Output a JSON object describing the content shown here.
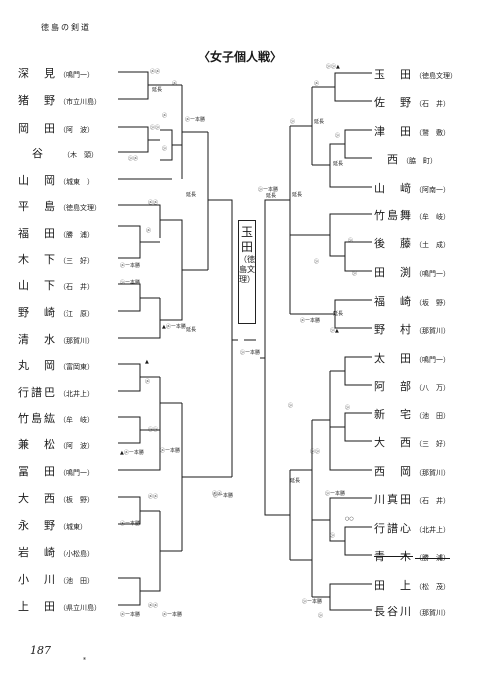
{
  "header": "徳島の剣道",
  "title": "〈女子個人戦〉",
  "page_number": "187",
  "footnote_mark": "*",
  "champion": {
    "name1": "玉",
    "name2": "田",
    "school": "（徳島文理）"
  },
  "left_entries": [
    {
      "name": "深　見",
      "team": "（鳴門一）"
    },
    {
      "name": "猪　野",
      "team": "（市立川島）"
    },
    {
      "name": "岡　田",
      "team": "（阿　波）"
    },
    {
      "name": "谷",
      "team": "（木　頭）"
    },
    {
      "name": "山　岡",
      "team": "（城東　）"
    },
    {
      "name": "平　島",
      "team": "（徳島文理）"
    },
    {
      "name": "福　田",
      "team": "（勝　浦）"
    },
    {
      "name": "木　下",
      "team": "（三　好）"
    },
    {
      "name": "山　下",
      "team": "（石　井）"
    },
    {
      "name": "野　崎",
      "team": "（江　原）"
    },
    {
      "name": "清　水",
      "team": "（那賀川）"
    },
    {
      "name": "丸　岡",
      "team": "（富岡東）"
    },
    {
      "name": "行譜巴",
      "team": "（北井上）"
    },
    {
      "name": "竹島紘",
      "team": "（牟　岐）"
    },
    {
      "name": "兼　松",
      "team": "（阿　波）"
    },
    {
      "name": "冨　田",
      "team": "（鳴門一）"
    },
    {
      "name": "大　西",
      "team": "（板　野）"
    },
    {
      "name": "永　野",
      "team": "（城東）"
    },
    {
      "name": "岩　崎",
      "team": "（小松島）"
    },
    {
      "name": "小　川",
      "team": "（池　田）"
    },
    {
      "name": "上　田",
      "team": "（県立川島）"
    }
  ],
  "right_entries": [
    {
      "name": "玉　田",
      "team": "（徳島文理）"
    },
    {
      "name": "佐　野",
      "team": "（石　井）"
    },
    {
      "name": "津　田",
      "team": "（鷲　敷）"
    },
    {
      "name": "　西",
      "team": "（脇　町）"
    },
    {
      "name": "山　﨑",
      "team": "（阿南一）"
    },
    {
      "name": "竹島舞",
      "team": "（牟　岐）"
    },
    {
      "name": "後　藤",
      "team": "（土　成）"
    },
    {
      "name": "田　渕",
      "team": "（鳴門一）"
    },
    {
      "name": "福　崎",
      "team": "（坂　野）"
    },
    {
      "name": "野　村",
      "team": "（那賀川）"
    },
    {
      "name": "太　田",
      "team": "（鳴門一）"
    },
    {
      "name": "阿　部",
      "team": "（八　万）"
    },
    {
      "name": "新　宅",
      "team": "（池　田）"
    },
    {
      "name": "大　西",
      "team": "（三　好）"
    },
    {
      "name": "西　岡",
      "team": "（那賀川）"
    },
    {
      "name": "川真田",
      "team": "（石　井）"
    },
    {
      "name": "行譜心",
      "team": "（北井上）"
    },
    {
      "name": "青　木",
      "team": "（勝　浦）"
    },
    {
      "name": "田　上",
      "team": "（松　茂）"
    },
    {
      "name": "長谷川",
      "team": "（那賀川）"
    }
  ],
  "result_labels": [
    {
      "id": "a1",
      "text": "㋱㋱"
    },
    {
      "id": "a2",
      "text": "延長"
    },
    {
      "id": "a3",
      "text": "㋱"
    },
    {
      "id": "a4",
      "text": "㋱ー本勝"
    },
    {
      "id": "a5",
      "text": "㋱"
    },
    {
      "id": "a6",
      "text": "㋛㋛"
    },
    {
      "id": "a7",
      "text": "㋛"
    },
    {
      "id": "a8",
      "text": "㋛㋱"
    },
    {
      "id": "a9",
      "text": "延長"
    },
    {
      "id": "a10",
      "text": "㋱㋱"
    },
    {
      "id": "a11",
      "text": "㋱"
    },
    {
      "id": "a12",
      "text": "㋱ー本勝"
    },
    {
      "id": "a13",
      "text": "㋛ー本勝"
    },
    {
      "id": "a14",
      "text": "▲㋱ー本勝"
    },
    {
      "id": "a15",
      "text": "▲"
    },
    {
      "id": "a16",
      "text": "㋱"
    },
    {
      "id": "a17",
      "text": "㋛㋛"
    },
    {
      "id": "a18",
      "text": "▲㋱ー本勝"
    },
    {
      "id": "a19",
      "text": "㋱㋱"
    },
    {
      "id": "a20",
      "text": "㋱ー本勝"
    },
    {
      "id": "a21",
      "text": "㋱㋱"
    },
    {
      "id": "a22",
      "text": "㋱㋱"
    },
    {
      "id": "a23",
      "text": "㋱ー本勝"
    },
    {
      "id": "a24",
      "text": "㋱ー本勝"
    },
    {
      "id": "b1",
      "text": "㋛㋛▲"
    },
    {
      "id": "b2",
      "text": "㋱"
    },
    {
      "id": "b3",
      "text": "延長"
    },
    {
      "id": "b4",
      "text": "㋛"
    },
    {
      "id": "b5",
      "text": "㋛"
    },
    {
      "id": "b6",
      "text": "延長"
    },
    {
      "id": "b7",
      "text": "延長"
    },
    {
      "id": "b8",
      "text": "㋛"
    },
    {
      "id": "b9",
      "text": "㋛"
    },
    {
      "id": "b10",
      "text": "㋛"
    },
    {
      "id": "b11",
      "text": "㋱ー本勝"
    },
    {
      "id": "b12",
      "text": "㋛▲"
    },
    {
      "id": "b13",
      "text": "延長"
    },
    {
      "id": "b14",
      "text": "㋛ー本勝"
    },
    {
      "id": "b15",
      "text": "㋛"
    },
    {
      "id": "b16",
      "text": "㋛"
    },
    {
      "id": "b17",
      "text": "㋛㋛"
    },
    {
      "id": "b18",
      "text": "延長"
    },
    {
      "id": "b19",
      "text": "㋛ー本勝"
    },
    {
      "id": "b20",
      "text": "○○"
    },
    {
      "id": "b21",
      "text": "㋛"
    },
    {
      "id": "b22",
      "text": "㋛ー本勝"
    },
    {
      "id": "b23",
      "text": "㋛"
    },
    {
      "id": "c1",
      "text": "延長"
    },
    {
      "id": "c2",
      "text": "㋛ー本勝"
    },
    {
      "id": "c3",
      "text": "延長"
    },
    {
      "id": "c4",
      "text": "㋛ー本勝"
    },
    {
      "id": "c5",
      "text": "㋱ー本勝"
    }
  ]
}
